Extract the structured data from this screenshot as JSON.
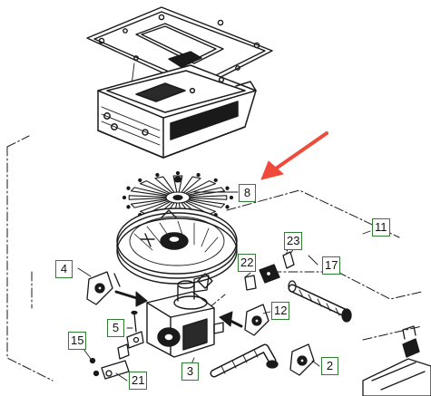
{
  "colors": {
    "ink": "#1a1a1a",
    "callout_border": "#2f7d32",
    "arrow": "#f04a3a",
    "background": "#ffffff"
  },
  "callouts": [
    {
      "id": "c8",
      "label": "8"
    },
    {
      "id": "c11",
      "label": "11"
    },
    {
      "id": "c23",
      "label": "23"
    },
    {
      "id": "c17",
      "label": "17"
    },
    {
      "id": "c4",
      "label": "4"
    },
    {
      "id": "c22",
      "label": "22"
    },
    {
      "id": "c12",
      "label": "12"
    },
    {
      "id": "c5",
      "label": "5"
    },
    {
      "id": "c15",
      "label": "15"
    },
    {
      "id": "c3",
      "label": "3"
    },
    {
      "id": "c2",
      "label": "2"
    },
    {
      "id": "c21",
      "label": "21"
    }
  ],
  "indicator": {
    "icon": "red-arrow-icon",
    "points_to": "8"
  }
}
